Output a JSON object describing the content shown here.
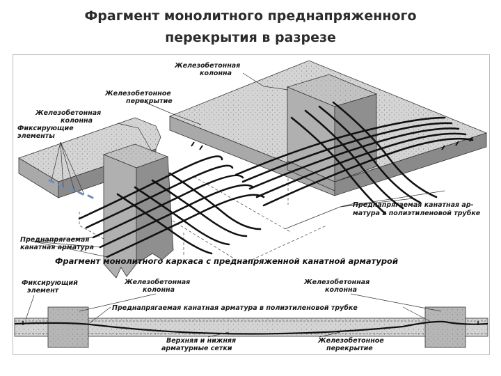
{
  "title": {
    "line1": "Фрагмент монолитного преднапряженного",
    "line2": "перекрытия в разрезе"
  },
  "labels": {
    "column_top": [
      "Железобетонная",
      "колонна"
    ],
    "slab_top": [
      "Железобетонное",
      "перекрытие"
    ],
    "column_left": [
      "Железобетонная",
      "колонна"
    ],
    "fixing_top": [
      "Фиксирующие",
      "элементы"
    ],
    "tendon_right": [
      "Преднапрягаемая канатная ар-",
      "матура в полиэтиленовой трубке"
    ],
    "tendon_left": [
      "Преднапрягаемая",
      "канатная арматура"
    ],
    "caption": "Фрагмент монолитного каркаса с преднапряженной канатной арматурой",
    "fixing_bottom": [
      "Фиксирующий",
      "элемент"
    ],
    "column_bottom_left": [
      "Железобетонная",
      "колонна"
    ],
    "column_bottom_right": [
      "Железобетонная",
      "колонна"
    ],
    "tendon_bottom": "Преднапрягаемая канатная арматура в полиэтиленовой трубке",
    "mesh_bottom": [
      "Верхняя и нижняя",
      "арматурные сетки"
    ],
    "slab_bottom": [
      "Железобетонное",
      "перекрытие"
    ]
  },
  "colors": {
    "concrete_top": "#d4d4d4",
    "concrete_side": "#a9a9a9",
    "concrete_dark": "#8a8a8a",
    "tendon": "#111111",
    "tube": "#6f8fb8"
  }
}
